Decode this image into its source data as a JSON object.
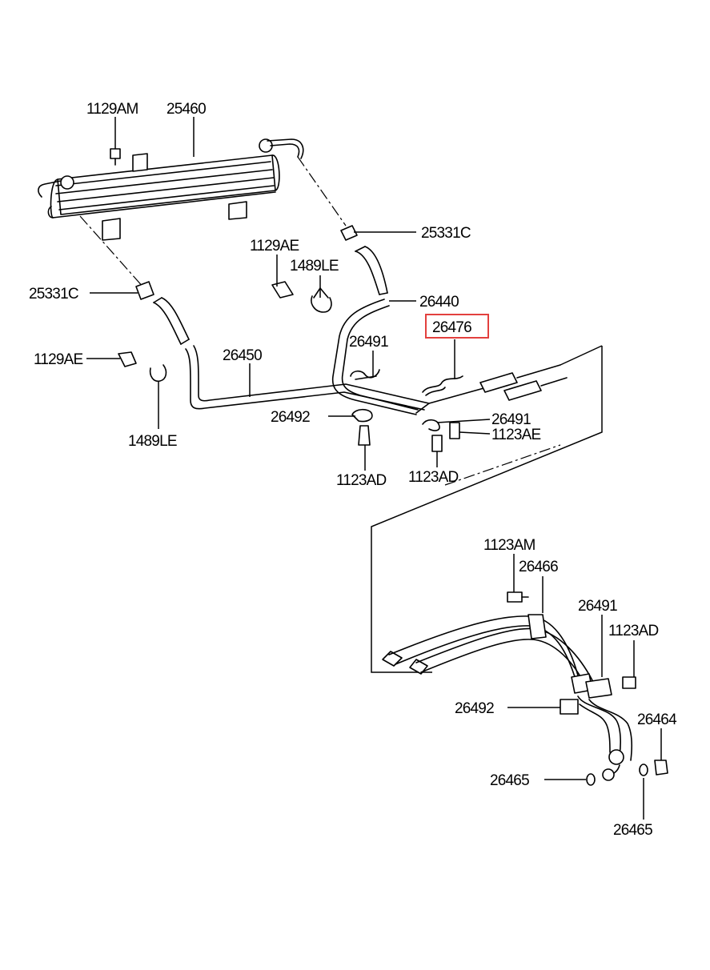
{
  "diagram": {
    "callouts": [
      {
        "id": "c1",
        "text": "1129AM"
      },
      {
        "id": "c2",
        "text": "25460"
      },
      {
        "id": "c3",
        "text": "25331C"
      },
      {
        "id": "c4",
        "text": "1129AE"
      },
      {
        "id": "c5",
        "text": "1489LE"
      },
      {
        "id": "c6",
        "text": "25331C"
      },
      {
        "id": "c7",
        "text": "26440"
      },
      {
        "id": "c8",
        "text": "26476",
        "highlighted": true
      },
      {
        "id": "c9",
        "text": "26491"
      },
      {
        "id": "c10",
        "text": "1129AE"
      },
      {
        "id": "c11",
        "text": "26450"
      },
      {
        "id": "c12",
        "text": "1489LE"
      },
      {
        "id": "c13",
        "text": "26492"
      },
      {
        "id": "c14",
        "text": "26491"
      },
      {
        "id": "c15",
        "text": "1123AE"
      },
      {
        "id": "c16",
        "text": "1123AD"
      },
      {
        "id": "c17",
        "text": "1123AD"
      },
      {
        "id": "c18",
        "text": "1123AM"
      },
      {
        "id": "c19",
        "text": "26466"
      },
      {
        "id": "c20",
        "text": "26491"
      },
      {
        "id": "c21",
        "text": "1123AD"
      },
      {
        "id": "c22",
        "text": "26492"
      },
      {
        "id": "c23",
        "text": "26464"
      },
      {
        "id": "c24",
        "text": "26465"
      },
      {
        "id": "c25",
        "text": "26465"
      }
    ],
    "colors": {
      "line": "#000000",
      "background": "#ffffff",
      "highlight": "#e3403e"
    }
  }
}
